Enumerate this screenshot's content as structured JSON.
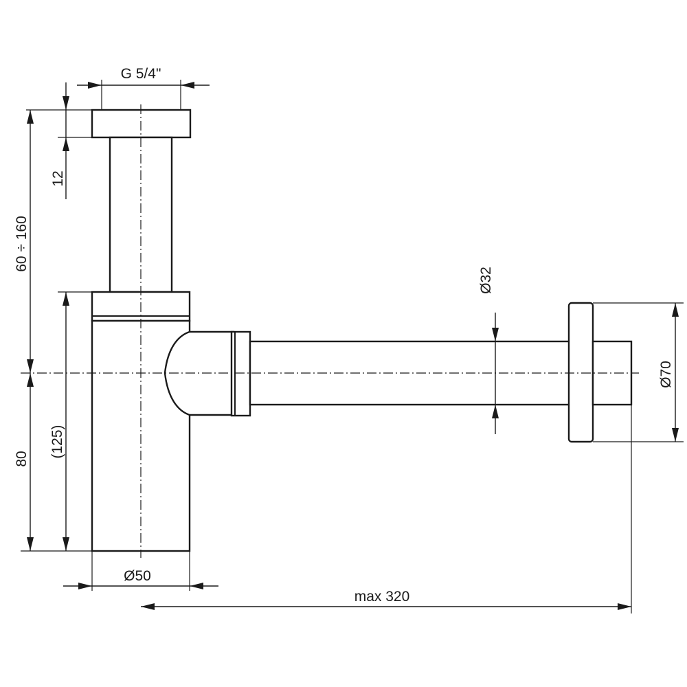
{
  "drawing": {
    "labels": {
      "thread": "G 5/4\"",
      "flange_height": "12",
      "adjustable_height": "60 ÷ 160",
      "outlet_height": "80",
      "body_height": "(125)",
      "body_diameter": "Ø50",
      "outlet_diameter": "Ø32",
      "rosette_diameter": "Ø70",
      "max_length": "max 320"
    },
    "line_color": "#1a1a1a"
  }
}
